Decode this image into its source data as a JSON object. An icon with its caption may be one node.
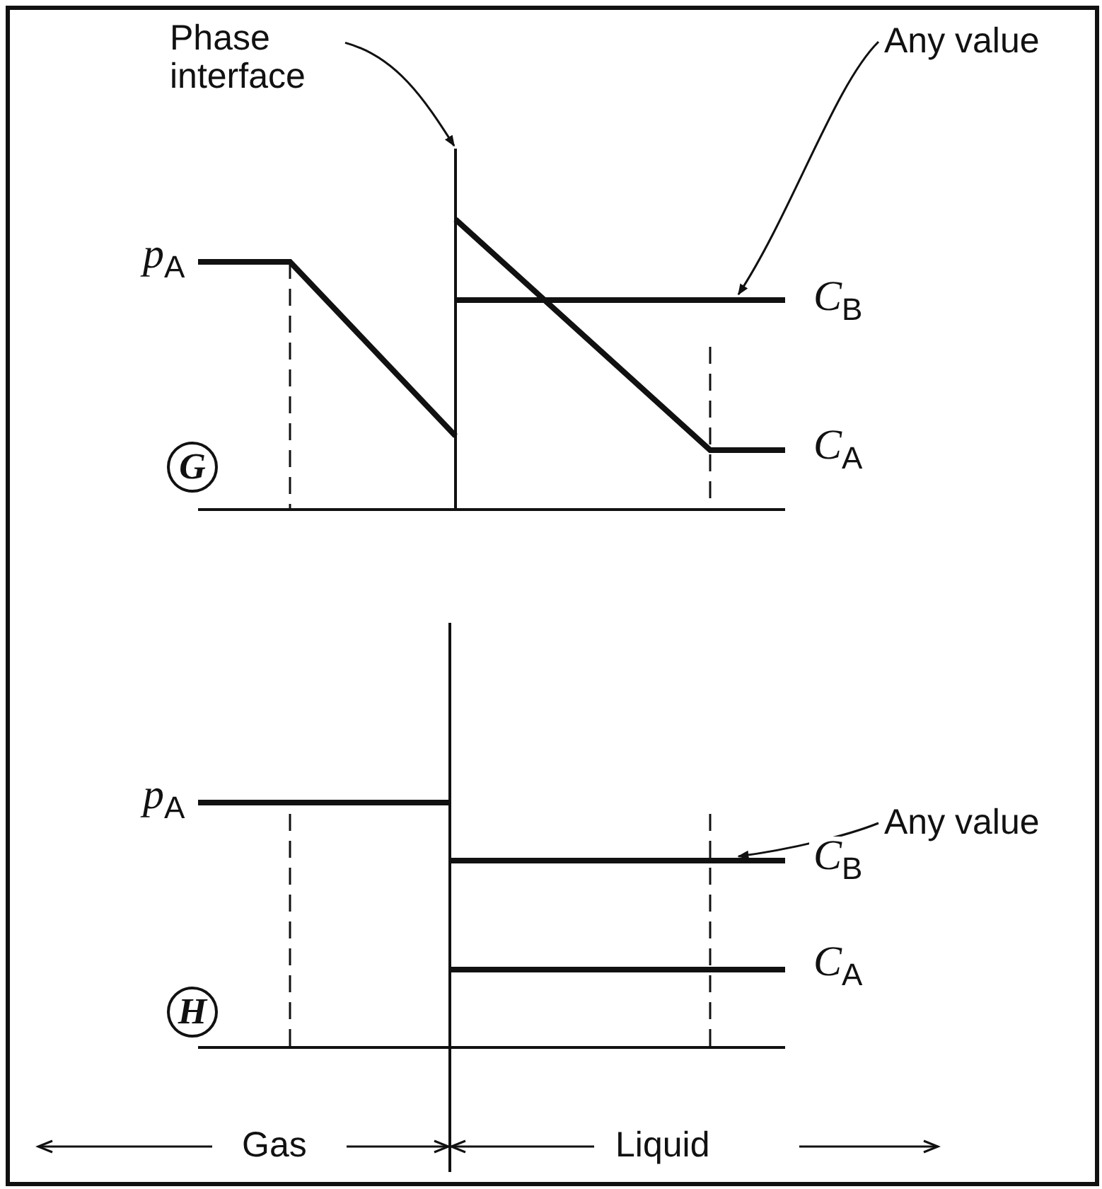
{
  "diagram": {
    "nodes": [
      {
        "text": [
          "Phase interface"
        ]
      },
      {
        "text": [
          "Any value"
        ]
      },
      {
        "text": [
          "G"
        ]
      },
      {
        "text": [
          "Any value"
        ]
      },
      {
        "text": [
          "H"
        ]
      }
    ],
    "edges": [
      {
        "from": 0,
        "to": null,
        "arrow": "to"
      },
      {
        "from": 1,
        "to": null,
        "arrow": "to"
      },
      {
        "from": 3,
        "to": null,
        "arrow": "to"
      }
    ],
    "labels": [
      "*p*$_{A}$",
      "*C*$_{B}$",
      "*C*$_{A}$",
      "*p*$_{A}$",
      "*C*$_{B}$",
      "*C*$_{A}$",
      "Gas",
      "Liquid"
    ]
  }
}
